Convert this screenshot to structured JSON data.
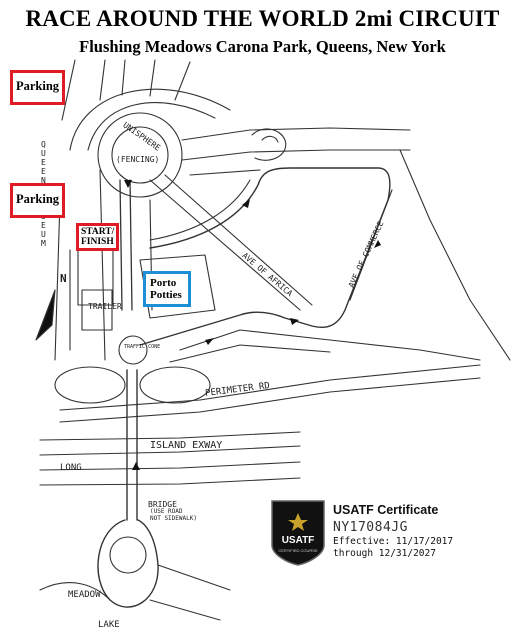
{
  "header": {
    "title": "RACE AROUND THE WORLD 2mi CIRCUIT",
    "subtitle": "Flushing Meadows Carona Park, Queens, New York"
  },
  "labels": {
    "parking_top": "Parking",
    "parking_bottom": "Parking",
    "start_line1": "START/",
    "start_line2": "FINISH",
    "porto_line1": "Porto",
    "porto_line2": "Potties"
  },
  "map_text": {
    "unisphere": "UNISPHERE",
    "fencing": "(FENCING)",
    "museum": "QUEENS MUSEUM",
    "trailer": "TRAILER",
    "traffic_cone": "TRAFFIC CONE",
    "ave_africa": "AVE OF AFRICA",
    "ave_commerce": "AVE OF COMMERCE",
    "perimeter_rd": "PERIMETER RD",
    "island_exway": "ISLAND EXWAY",
    "long": "LONG",
    "bridge_1": "BRIDGE",
    "bridge_2": "(USE ROAD",
    "bridge_3": "NOT SIDEWALK)",
    "meadow": "MEADOW",
    "lake": "LAKE",
    "north": "N"
  },
  "certificate": {
    "title": "USATF Certificate",
    "number": "NY17084JG",
    "effective": "Effective: 11/17/2017",
    "through": "through 12/31/2027",
    "badge_text": "USATF",
    "badge_sub": "CERTIFIED COURSE"
  },
  "colors": {
    "parking_border": "#e01b24",
    "start_border": "#e01b24",
    "porto_border": "#1c8fd6"
  }
}
